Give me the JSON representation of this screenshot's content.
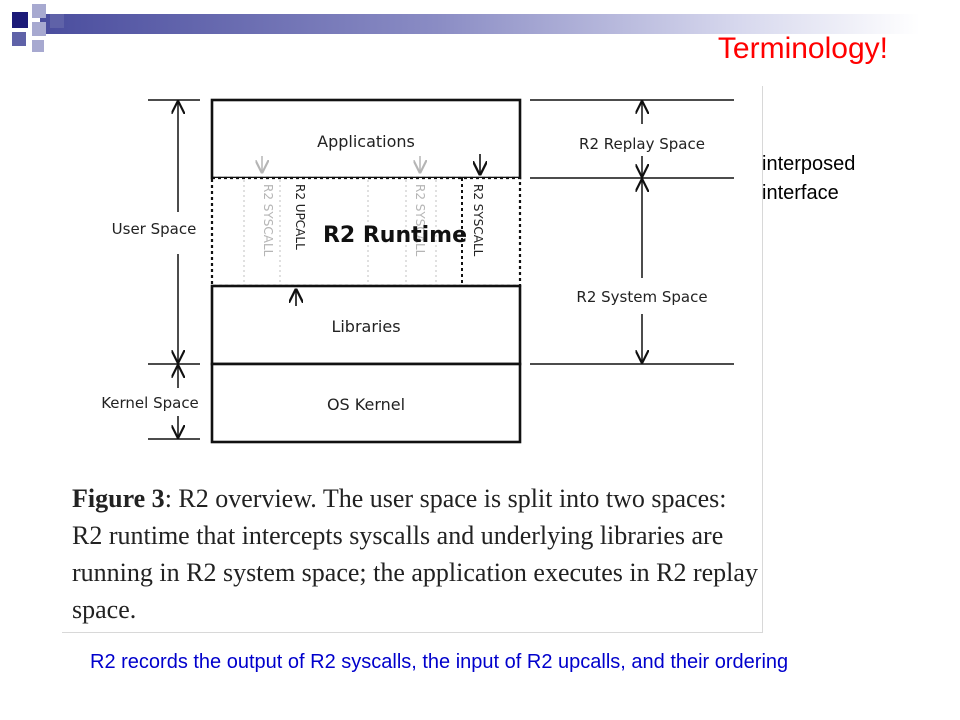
{
  "slide": {
    "title": "Terminology!",
    "side_note": [
      "interposed",
      "interface"
    ],
    "footer": "R2 records the output of R2 syscalls, the input of R2 upcalls, and their ordering",
    "colors": {
      "title": "#ff0000",
      "footer": "#0000cc",
      "header_bar": "#5b5ea6",
      "deco_squares": [
        "#1b1a78",
        "#5f62a8",
        "#a7a9d0"
      ]
    }
  },
  "figure": {
    "left_labels": {
      "user_space": "User Space",
      "kernel_space": "Kernel Space"
    },
    "right_labels": {
      "replay_space": "R2 Replay Space",
      "system_space": "R2 System Space"
    },
    "boxes": {
      "applications": "Applications",
      "runtime": "R2 Runtime",
      "libraries": "Libraries",
      "kernel": "OS Kernel"
    },
    "vertical_labels": {
      "syscall": "R2 SYSCALL",
      "upcall": "R2 UPCALL"
    },
    "caption": {
      "figure_label": "Figure 3",
      "text": ": R2 overview. The user space is split into two spaces: R2 runtime that intercepts syscalls and underlying libraries are running in R2 system space; the application executes in R2 replay space."
    }
  }
}
